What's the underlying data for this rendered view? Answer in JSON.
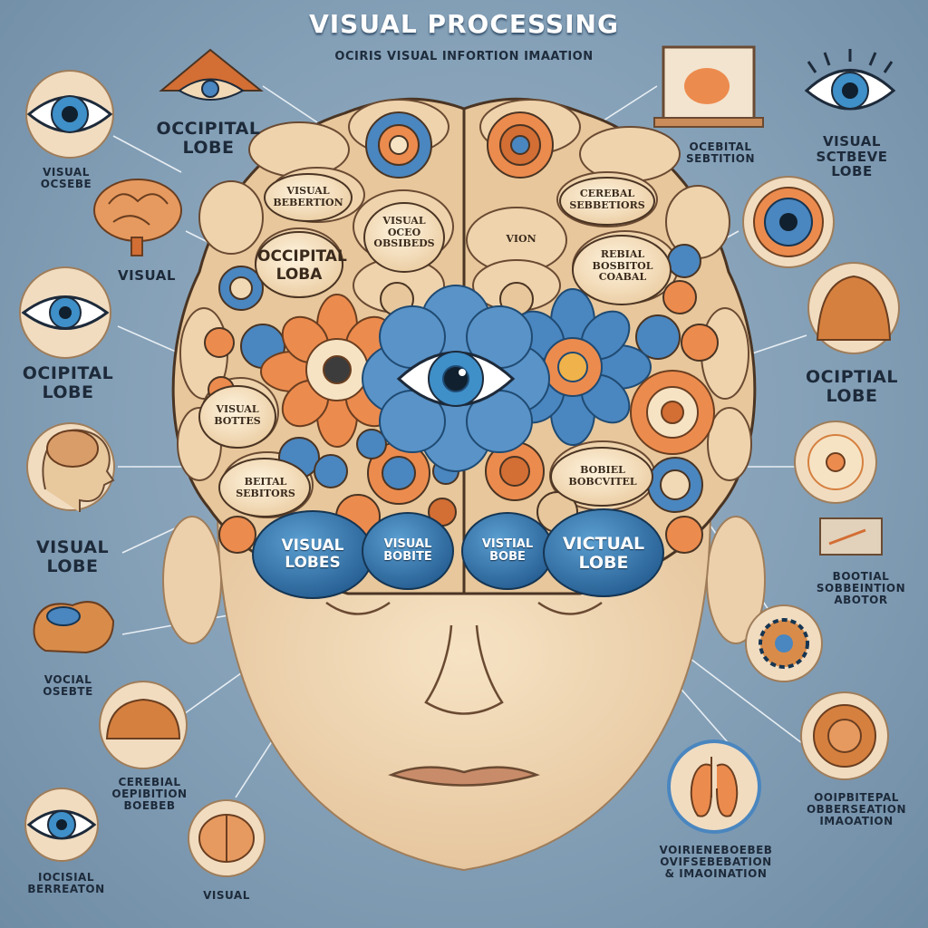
{
  "header": {
    "title": "VISUAL PROCESSING",
    "subtitle": "OCIRIS VISUAL INFORTION IMAATION"
  },
  "left_labels": [
    {
      "id": "l1",
      "text": "OCCIPITAL\nLOBE"
    },
    {
      "id": "l2",
      "text": "VISUAL\nOCSEBE"
    },
    {
      "id": "l3",
      "text": "VISUAL"
    },
    {
      "id": "l4",
      "text": "OCIPITAL\nLOBE"
    },
    {
      "id": "l5",
      "text": "VISUAL\nLOBE"
    },
    {
      "id": "l6",
      "text": "VOCIAL\nOSEBTE"
    },
    {
      "id": "l7",
      "text": "CEREBIAL\nOEPIBITION\nBOEBEB"
    },
    {
      "id": "l8",
      "text": "IOCISIAL\nBERREATON"
    },
    {
      "id": "l9",
      "text": "VISUAL"
    }
  ],
  "right_labels": [
    {
      "id": "r1",
      "text": "OCEBITAL\nSEBTITION"
    },
    {
      "id": "r2",
      "text": "VISUAL\nSCTBEVE\nLOBE"
    },
    {
      "id": "r3",
      "text": "OCIPTIAL\nLOBE"
    },
    {
      "id": "r4",
      "text": "BOOTIAL\nSOBBEINTION\nABOTOR"
    },
    {
      "id": "r5",
      "text": "OOIPBITEPAL\nOBBERSEATION\nIMAOATION"
    },
    {
      "id": "r6",
      "text": "VOIRIENEBOEBEB\nOVIFSEBEBATION\n& IMAOINATION"
    }
  ],
  "brain_labels": [
    {
      "id": "b1",
      "text": "VISUAL\nBEBERTION"
    },
    {
      "id": "b2",
      "text": "VISUAL\nOCEO\nOBSIBEDS"
    },
    {
      "id": "b3",
      "text": "OCCIPITAL\nLOBA"
    },
    {
      "id": "b4",
      "text": "CEREBAL\nSEBBETIORS"
    },
    {
      "id": "b5",
      "text": "VION"
    },
    {
      "id": "b6",
      "text": "REBIAL\nBOSBITOL\nCOABAL"
    },
    {
      "id": "b7",
      "text": "VISUAL\nBOTTES"
    },
    {
      "id": "b8",
      "text": "BEITAL\nSEBITORS"
    },
    {
      "id": "b9",
      "text": "BOBIEL\nBOBCVITEL"
    }
  ],
  "lobe_labels": [
    {
      "id": "v1",
      "text": "VISUAL\nLOBES"
    },
    {
      "id": "v2",
      "text": "VISUAL\nBOBITE"
    },
    {
      "id": "v3",
      "text": "VISTIAL\nBOBE"
    },
    {
      "id": "v4",
      "text": "VICTUAL\nLOBE"
    }
  ],
  "colors": {
    "background": "#84a0b7",
    "skin": "#f1d9b5",
    "brain": "#e7c79b",
    "orange": "#ec8b4e",
    "blue": "#4a86bf",
    "dark": "#1d2a3a"
  },
  "icons": [
    "eye-icon",
    "brain-icon",
    "head-profile-icon",
    "lungs-icon",
    "target-icon",
    "gear-icon"
  ]
}
